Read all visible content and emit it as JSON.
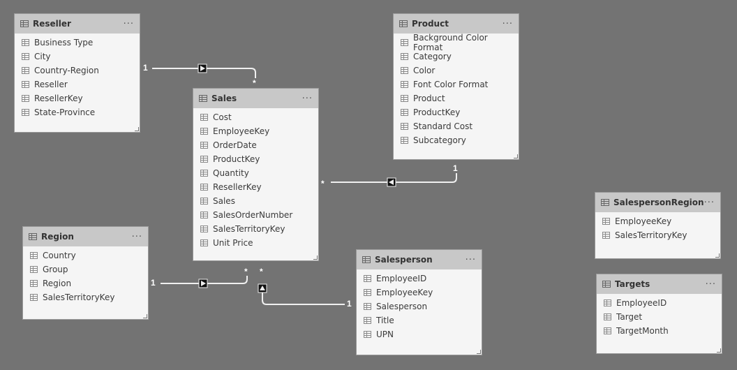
{
  "tables": [
    {
      "id": "reseller",
      "title": "Reseller",
      "fields": [
        "Business Type",
        "City",
        "Country-Region",
        "Reseller",
        "ResellerKey",
        "State-Province"
      ]
    },
    {
      "id": "product",
      "title": "Product",
      "fields": [
        "Background Color Format",
        "Category",
        "Color",
        "Font Color Format",
        "Product",
        "ProductKey",
        "Standard Cost",
        "Subcategory"
      ]
    },
    {
      "id": "sales",
      "title": "Sales",
      "fields": [
        "Cost",
        "EmployeeKey",
        "OrderDate",
        "ProductKey",
        "Quantity",
        "ResellerKey",
        "Sales",
        "SalesOrderNumber",
        "SalesTerritoryKey",
        "Unit Price"
      ]
    },
    {
      "id": "region",
      "title": "Region",
      "fields": [
        "Country",
        "Group",
        "Region",
        "SalesTerritoryKey"
      ]
    },
    {
      "id": "salesperson",
      "title": "Salesperson",
      "fields": [
        "EmployeeID",
        "EmployeeKey",
        "Salesperson",
        "Title",
        "UPN"
      ]
    },
    {
      "id": "salespersonregion",
      "title": "SalespersonRegion",
      "fields": [
        "EmployeeKey",
        "SalesTerritoryKey"
      ]
    },
    {
      "id": "targets",
      "title": "Targets",
      "fields": [
        "EmployeeID",
        "Target",
        "TargetMonth"
      ]
    }
  ],
  "more_glyph": "···",
  "cardinality": {
    "one": "1",
    "many": "*"
  },
  "colors": {
    "canvas": "#737373",
    "header": "#c8c8c8",
    "body": "#f5f5f5",
    "line": "#f0f0f0"
  }
}
